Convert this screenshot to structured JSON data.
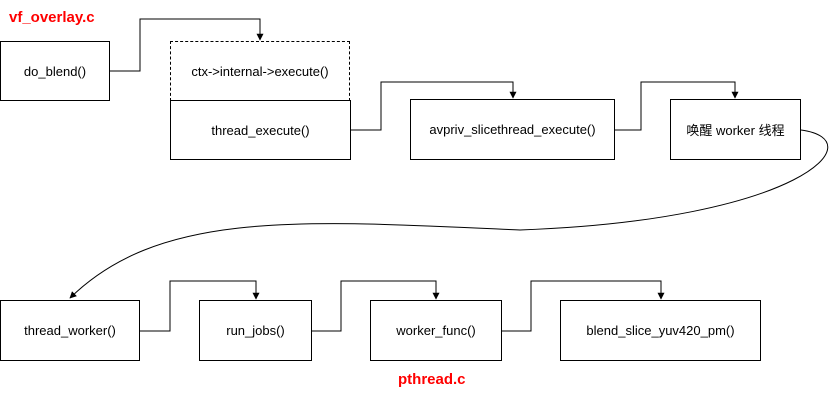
{
  "colors": {
    "line": "#000000",
    "file_label": "#ff0000",
    "box_border": "#000000",
    "background": "#ffffff"
  },
  "labels": {
    "file_top": "vf_overlay.c",
    "file_bottom": "pthread.c"
  },
  "nodes": {
    "do_blend": "do_blend()",
    "ctx_execute": "ctx->internal->execute()",
    "thread_execute": "thread_execute()",
    "avpriv_execute": "avpriv_slicethread_execute()",
    "wake_worker": "唤醒 worker 线程",
    "thread_worker": "thread_worker()",
    "run_jobs": "run_jobs()",
    "worker_func": "worker_func()",
    "blend_slice": "blend_slice_yuv420_pm()"
  },
  "edges": [
    {
      "from": "do_blend",
      "to": "ctx_execute"
    },
    {
      "from": "thread_execute",
      "to": "avpriv_execute"
    },
    {
      "from": "avpriv_execute",
      "to": "wake_worker"
    },
    {
      "from": "wake_worker",
      "to": "thread_worker"
    },
    {
      "from": "thread_worker",
      "to": "run_jobs"
    },
    {
      "from": "run_jobs",
      "to": "worker_func"
    },
    {
      "from": "worker_func",
      "to": "blend_slice"
    }
  ]
}
